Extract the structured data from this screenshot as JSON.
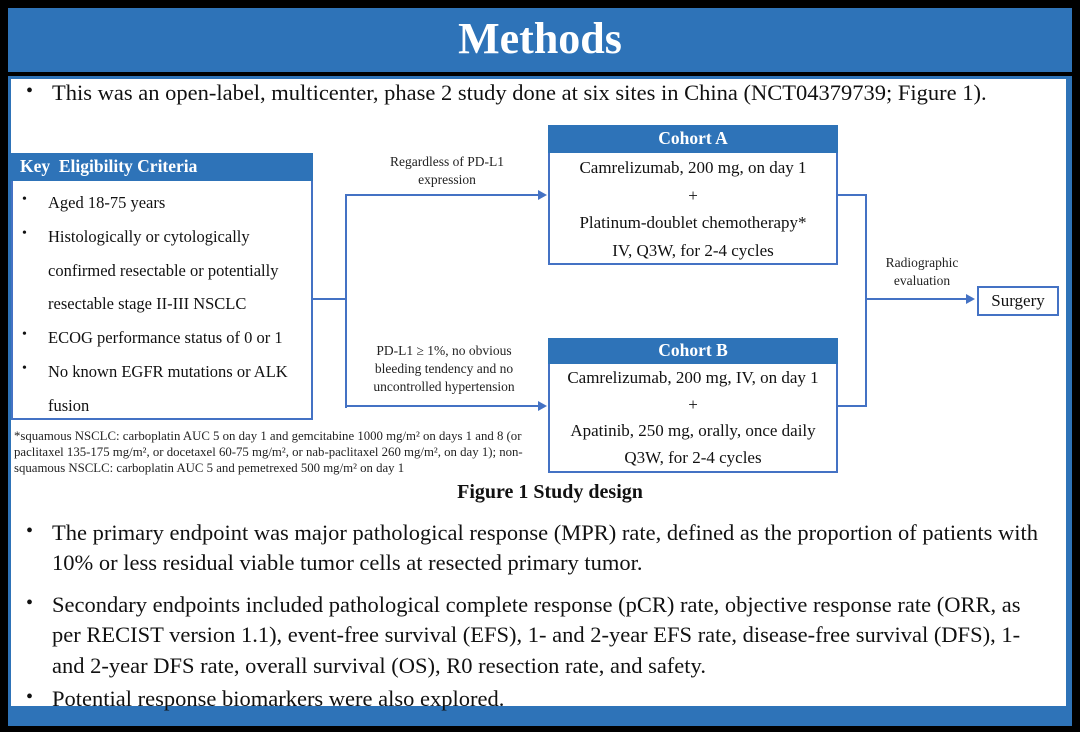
{
  "colors": {
    "band_blue": "#2e73b8",
    "line_blue": "#4472c4",
    "background": "#000000"
  },
  "slide": {
    "title": "Methods",
    "bullet_char": "•",
    "bullets": [
      "This was an open-label, multicenter, phase 2 study done at six sites in China (NCT04379739; Figure 1).",
      "The primary endpoint was major pathological response (MPR) rate, defined as the proportion of patients with 10% or less residual viable tumor cells at resected primary tumor.",
      "Secondary endpoints included pathological complete response (pCR) rate, objective response rate (ORR, as per RECIST version 1.1), event-free survival (EFS), 1- and 2-year EFS rate, disease-free survival (DFS), 1- and 2-year DFS rate, overall survival (OS), R0 resection rate, and safety.",
      "Potential response biomarkers were also explored."
    ]
  },
  "figure": {
    "caption": "Figure 1 Study design",
    "eligibility": {
      "header": "Key  Eligibility Criteria",
      "items": [
        "Aged 18-75 years",
        "Histologically or cytologically confirmed resectable or potentially resectable stage II-III NSCLC",
        "ECOG performance status of 0 or 1",
        "No known EGFR mutations or ALK fusion"
      ]
    },
    "cohort_a": {
      "header": "Cohort A",
      "lines": [
        "Camrelizumab, 200 mg, on day 1",
        "+",
        "Platinum-doublet chemotherapy*",
        "IV, Q3W, for 2-4 cycles"
      ]
    },
    "cohort_b": {
      "header": "Cohort B",
      "lines": [
        "Camrelizumab, 200 mg, IV, on day 1",
        "+",
        "Apatinib, 250 mg, orally, once daily",
        "Q3W, for 2-4 cycles"
      ]
    },
    "surgery_label": "Surgery",
    "labels": {
      "top": "Regardless of PD-L1\nexpression",
      "bottom": "PD-L1 ≥ 1%, no obvious\nbleeding tendency and no\nuncontrolled hypertension",
      "right": "Radiographic\nevaluation"
    },
    "footnote": "*squamous NSCLC: carboplatin AUC 5 on day 1 and gemcitabine 1000 mg/m² on days 1 and 8 (or paclitaxel 135-175 mg/m², or docetaxel 60-75 mg/m², or nab-paclitaxel 260 mg/m², on day 1); non-squamous NSCLC: carboplatin AUC 5 and pemetrexed 500 mg/m² on day 1"
  }
}
